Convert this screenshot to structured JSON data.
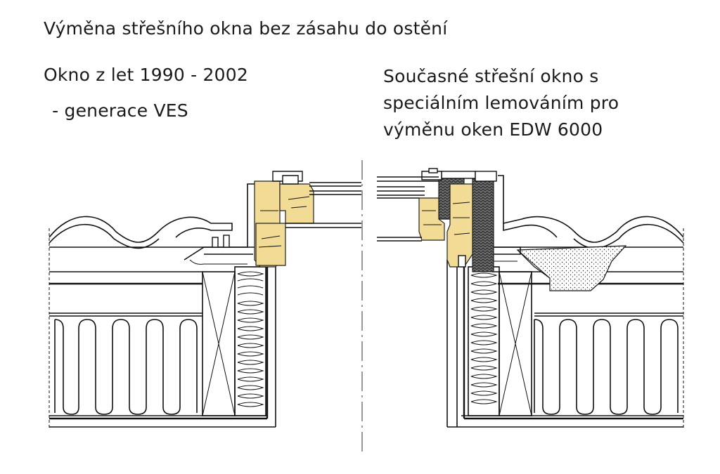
{
  "title": "Výměna střešního okna bez zásahu do ostění",
  "left_panel": {
    "heading": "Okno z let 1990 - 2002",
    "subheading": " - generace VES"
  },
  "right_panel": {
    "lines": [
      "Současné střešní okno s",
      "speciálním lemováním pro",
      "výměnu oken EDW 6000"
    ]
  },
  "colors": {
    "wood": "#f2dc95",
    "line": "#111111",
    "gasket": "#6e6e6e",
    "background": "#ffffff"
  }
}
